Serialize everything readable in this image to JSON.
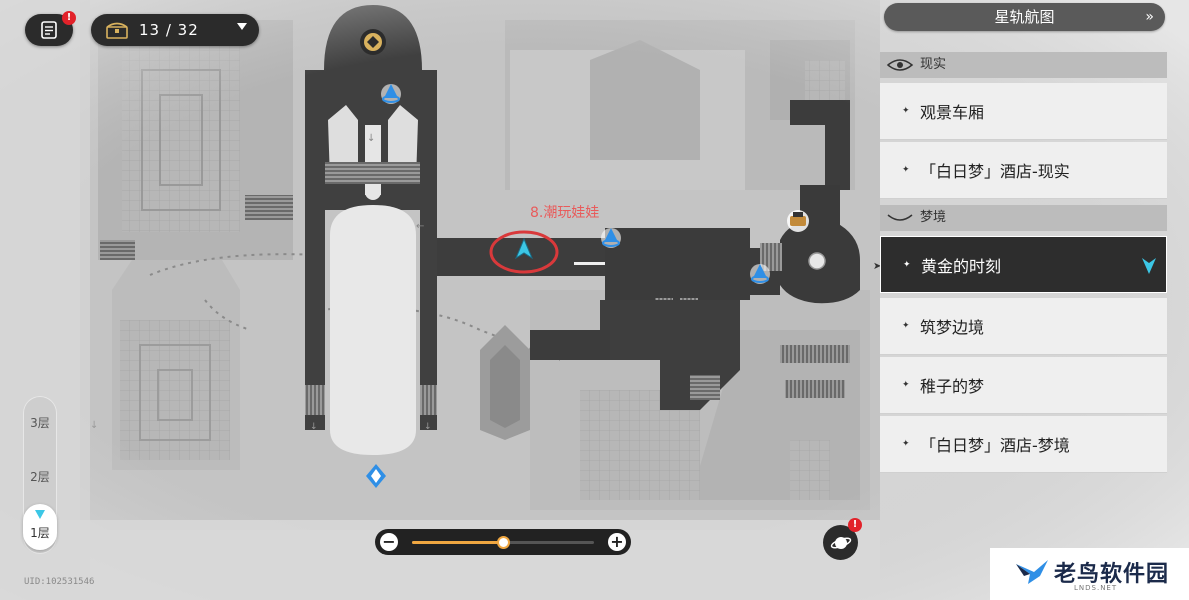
{
  "map": {
    "marker_label": "8.潮玩娃娃",
    "uid": "UID:102531546"
  },
  "topbar": {
    "notes_badge": "!",
    "chest_count": "13 / 32"
  },
  "floors": [
    "3层",
    "2层",
    "1层"
  ],
  "active_floor": "1层",
  "zoom": {
    "level": 0.5
  },
  "planet_badge": "!",
  "panel": {
    "title": "星轨航图",
    "title_chevron": "»",
    "sections": [
      {
        "name": "现实",
        "items": [
          "观景车厢",
          "「白日梦」酒店-现实"
        ]
      },
      {
        "name": "梦境",
        "items": [
          "黄金的时刻",
          "筑梦边境",
          "稚子的梦",
          "「白日梦」酒店-梦境"
        ]
      }
    ],
    "active_item": "黄金的时刻"
  },
  "watermark": {
    "text": "老鸟软件园",
    "sub": "LNDS.NET"
  },
  "colors": {
    "accent_cyan": "#3cc7e6",
    "zoom_orange": "#f0a741",
    "badge_red": "#e2222a",
    "marker_circle": "#d9393b"
  }
}
